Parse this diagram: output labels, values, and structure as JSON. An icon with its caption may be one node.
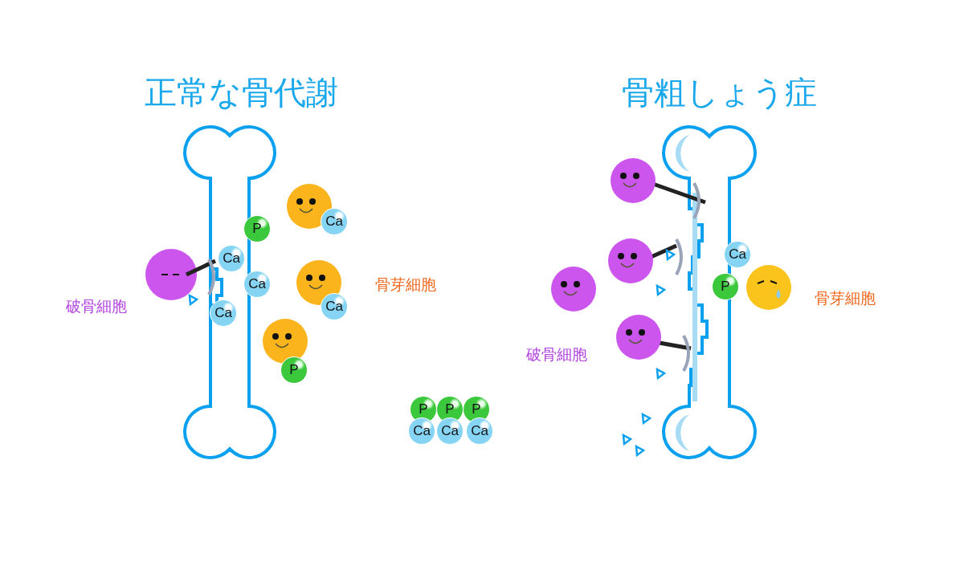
{
  "diagram": {
    "nodes": [
      {
        "text": [
          "Ca"
        ]
      },
      {
        "text": [
          "P"
        ]
      },
      {
        "text": [
          "Ca"
        ]
      },
      {
        "text": [
          "Ca"
        ]
      },
      {
        "text": [
          "Ca"
        ]
      },
      {
        "text": [
          "Ca"
        ]
      },
      {
        "text": [
          "P"
        ]
      },
      {
        "text": [
          "P"
        ]
      },
      {
        "text": [
          "P"
        ]
      },
      {
        "text": [
          "P"
        ]
      },
      {
        "text": [
          "Ca"
        ]
      },
      {
        "text": [
          "Ca"
        ]
      },
      {
        "text": [
          "Ca"
        ]
      },
      {
        "text": [
          "Ca"
        ]
      },
      {
        "text": [
          "P"
        ]
      }
    ],
    "labels": [
      "正常な骨代謝",
      "骨粗しょう症",
      "骨芽細胞",
      "破骨細胞",
      "骨芽細胞",
      "破骨細胞"
    ]
  }
}
